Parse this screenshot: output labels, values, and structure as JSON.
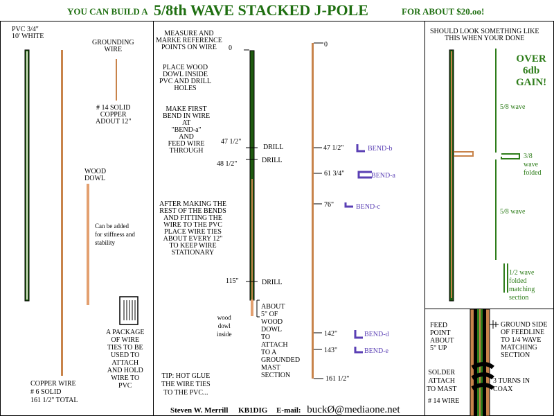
{
  "header": {
    "left": "YOU CAN BUILD A",
    "title": "5/8th WAVE STACKED J-POLE",
    "right": "FOR ABOUT $20.oo!"
  },
  "left_panel": {
    "pvc_label": [
      "PVC 3/4\"",
      "10' WHITE"
    ],
    "grounding_wire": [
      "GROUNDING",
      "WIRE"
    ],
    "copper_14": [
      "# 14 SOLID",
      "COPPER",
      "ADOUT 12\""
    ],
    "wood_dowl": [
      "WOOD",
      "DOWL"
    ],
    "stiffness_note": [
      "Can be added",
      "for stiffness and",
      "stability"
    ],
    "package_note": [
      "A PACKAGE",
      "OF WIRE",
      "TIES TO BE",
      "USED TO",
      "ATTACH",
      "AND HOLD",
      "WIRE TO",
      "PVC"
    ],
    "copper_6": [
      "COPPER WIRE",
      "# 6 SOLID",
      "161 1/2\" TOTAL"
    ]
  },
  "middle_panel": {
    "measure": [
      "MEASURE AND",
      "MARKE REFERENCE",
      "POINTS ON WIRE"
    ],
    "place_dowl": [
      "PLACE WOOD",
      "DOWL INSIDE",
      "PVC AND DRILL",
      "HOLES"
    ],
    "first_bend": [
      "MAKE FIRST",
      "BEND IN WIRE",
      "AT",
      "\"BEND-a\"",
      "AND",
      "FEED WIRE",
      "THROUGH"
    ],
    "after_bends": [
      "AFTER MAKING THE",
      "REST OF THE BENDS",
      "AND FITTING THE",
      "WIRE TO THE PVC",
      "PLACE WIRE TIES",
      "ABOUT EVERY 12\"",
      "TO KEEP WIRE",
      "STATIONARY"
    ],
    "tip": [
      "TIP: HOT GLUE",
      "THE WIRE TIES",
      "TO THE PVC..."
    ],
    "pole_marks": {
      "zero": "0",
      "m1": "47 1/2\"",
      "m2": "48 1/2\"",
      "m3": "115\"",
      "drill": "DRILL"
    },
    "wood_dowl_inside": [
      "wood",
      "dowl",
      "inside"
    ],
    "about_dowl": [
      "ABOUT",
      "5\" OF",
      "WOOD",
      "DOWL",
      "TO",
      "ATTACH",
      "TO A",
      "GROUNDED",
      "MAST",
      "SECTION"
    ],
    "wire_marks": {
      "zero": "0",
      "m1": "47 1/2\"",
      "m2": "61 3/4\"",
      "m3": "76\"",
      "m4": "142\"",
      "m5": "143\"",
      "end": "161 1/2\""
    },
    "bends": {
      "b": "BEND-b",
      "a": "BEND-a",
      "c": "BEND-c",
      "d": "BEND-d",
      "e": "BEND-e"
    },
    "footer": {
      "author": "Steven W. Merrill",
      "callsign": "KB1DIG",
      "email_label": "E-mail:",
      "email": "buckØ@mediaone.net"
    }
  },
  "right_panel": {
    "should_look": [
      "SHOULD LOOK SOMETHING LIKE",
      "THIS WHEN YOUR DONE"
    ],
    "gain": [
      "OVER",
      "6db",
      "GAIN!"
    ],
    "top_section": "5/8 wave",
    "folded": [
      "3/8",
      "wave",
      "folded"
    ],
    "lower_section": "5/8 wave",
    "matching": [
      "1/2 wave",
      "folded",
      "matching",
      "section"
    ]
  },
  "feed_panel": {
    "feed_point": [
      "FEED",
      "POINT",
      "ABOUT",
      "5\" UP"
    ],
    "ground_side": [
      "GROUND SIDE",
      "OF FEEDLINE",
      "TO 1/4 WAVE",
      "MATCHING",
      "SECTION"
    ],
    "solder": [
      "SOLDER",
      "ATTACH",
      "TO MAST"
    ],
    "turns": [
      "3 TURNS IN",
      "COAX"
    ],
    "wire14": "# 14 WIRE"
  },
  "colors": {
    "copper": "#c8834a",
    "green": "#2e7d1a",
    "purple": "#5a3fb4",
    "pvc": "#1f5a10"
  }
}
